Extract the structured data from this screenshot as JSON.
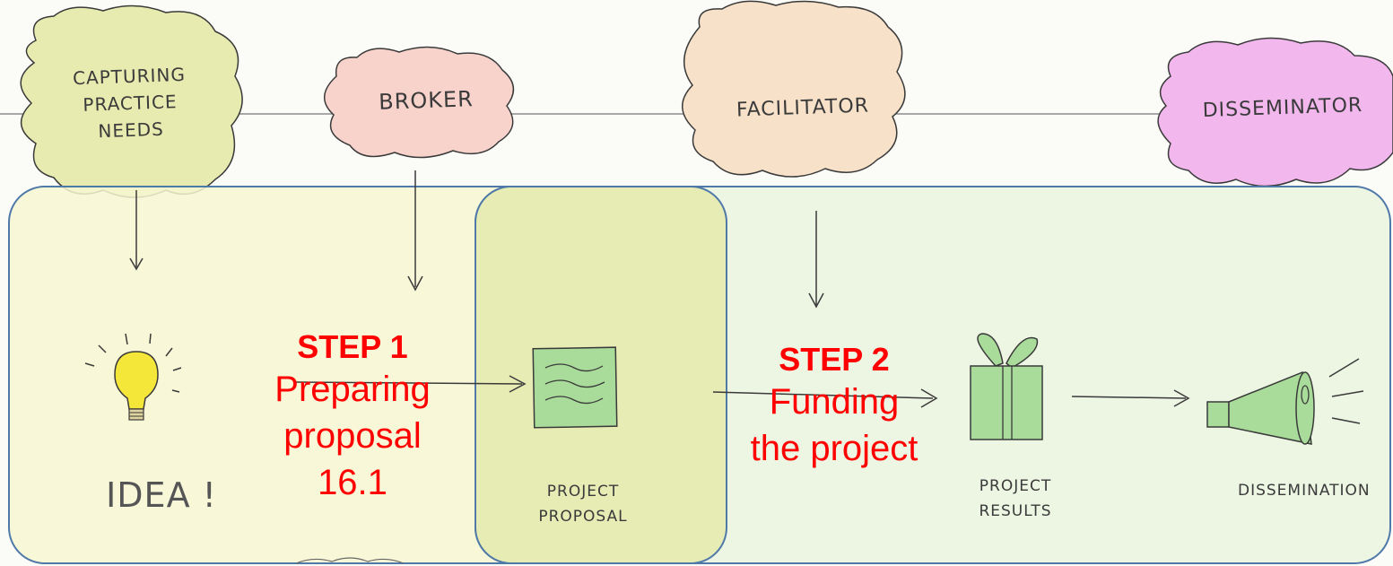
{
  "roles": [
    {
      "id": "capturing",
      "label": "CAPTURING PRACTICE NEEDS",
      "color": "#e8ebb0"
    },
    {
      "id": "broker",
      "label": "BROKER",
      "color": "#f7d3cc"
    },
    {
      "id": "facilitator",
      "label": "FACILITATOR",
      "color": "#f7e2c9"
    },
    {
      "id": "disseminator",
      "label": "DISSEMINATOR",
      "color": "#f2b8ee"
    }
  ],
  "stages": [
    {
      "id": "idea",
      "label": "IDEA !"
    },
    {
      "id": "proposal",
      "label": "PROJECT PROPOSAL"
    },
    {
      "id": "results",
      "label": "PROJECT RESULTS"
    },
    {
      "id": "dissemination",
      "label": "DISSEMINATION"
    }
  ],
  "steps": [
    {
      "title": "STEP 1",
      "line1": "Preparing",
      "line2": "proposal",
      "line3": "16.1"
    },
    {
      "title": "STEP 2",
      "line1": "Funding",
      "line2": "the project"
    }
  ],
  "colors": {
    "region_step1": "#f7f7d2",
    "region_step2": "#eaf3df",
    "region_overlap": "#e6ecb4",
    "region_border": "#4f79a8",
    "step_text": "#ff0000",
    "sketch_stroke": "#3a3a3a",
    "bulb": "#f5e63a",
    "paper": "#a9dc9a",
    "gift": "#a9dc9a",
    "megaphone": "#a9dc9a"
  }
}
